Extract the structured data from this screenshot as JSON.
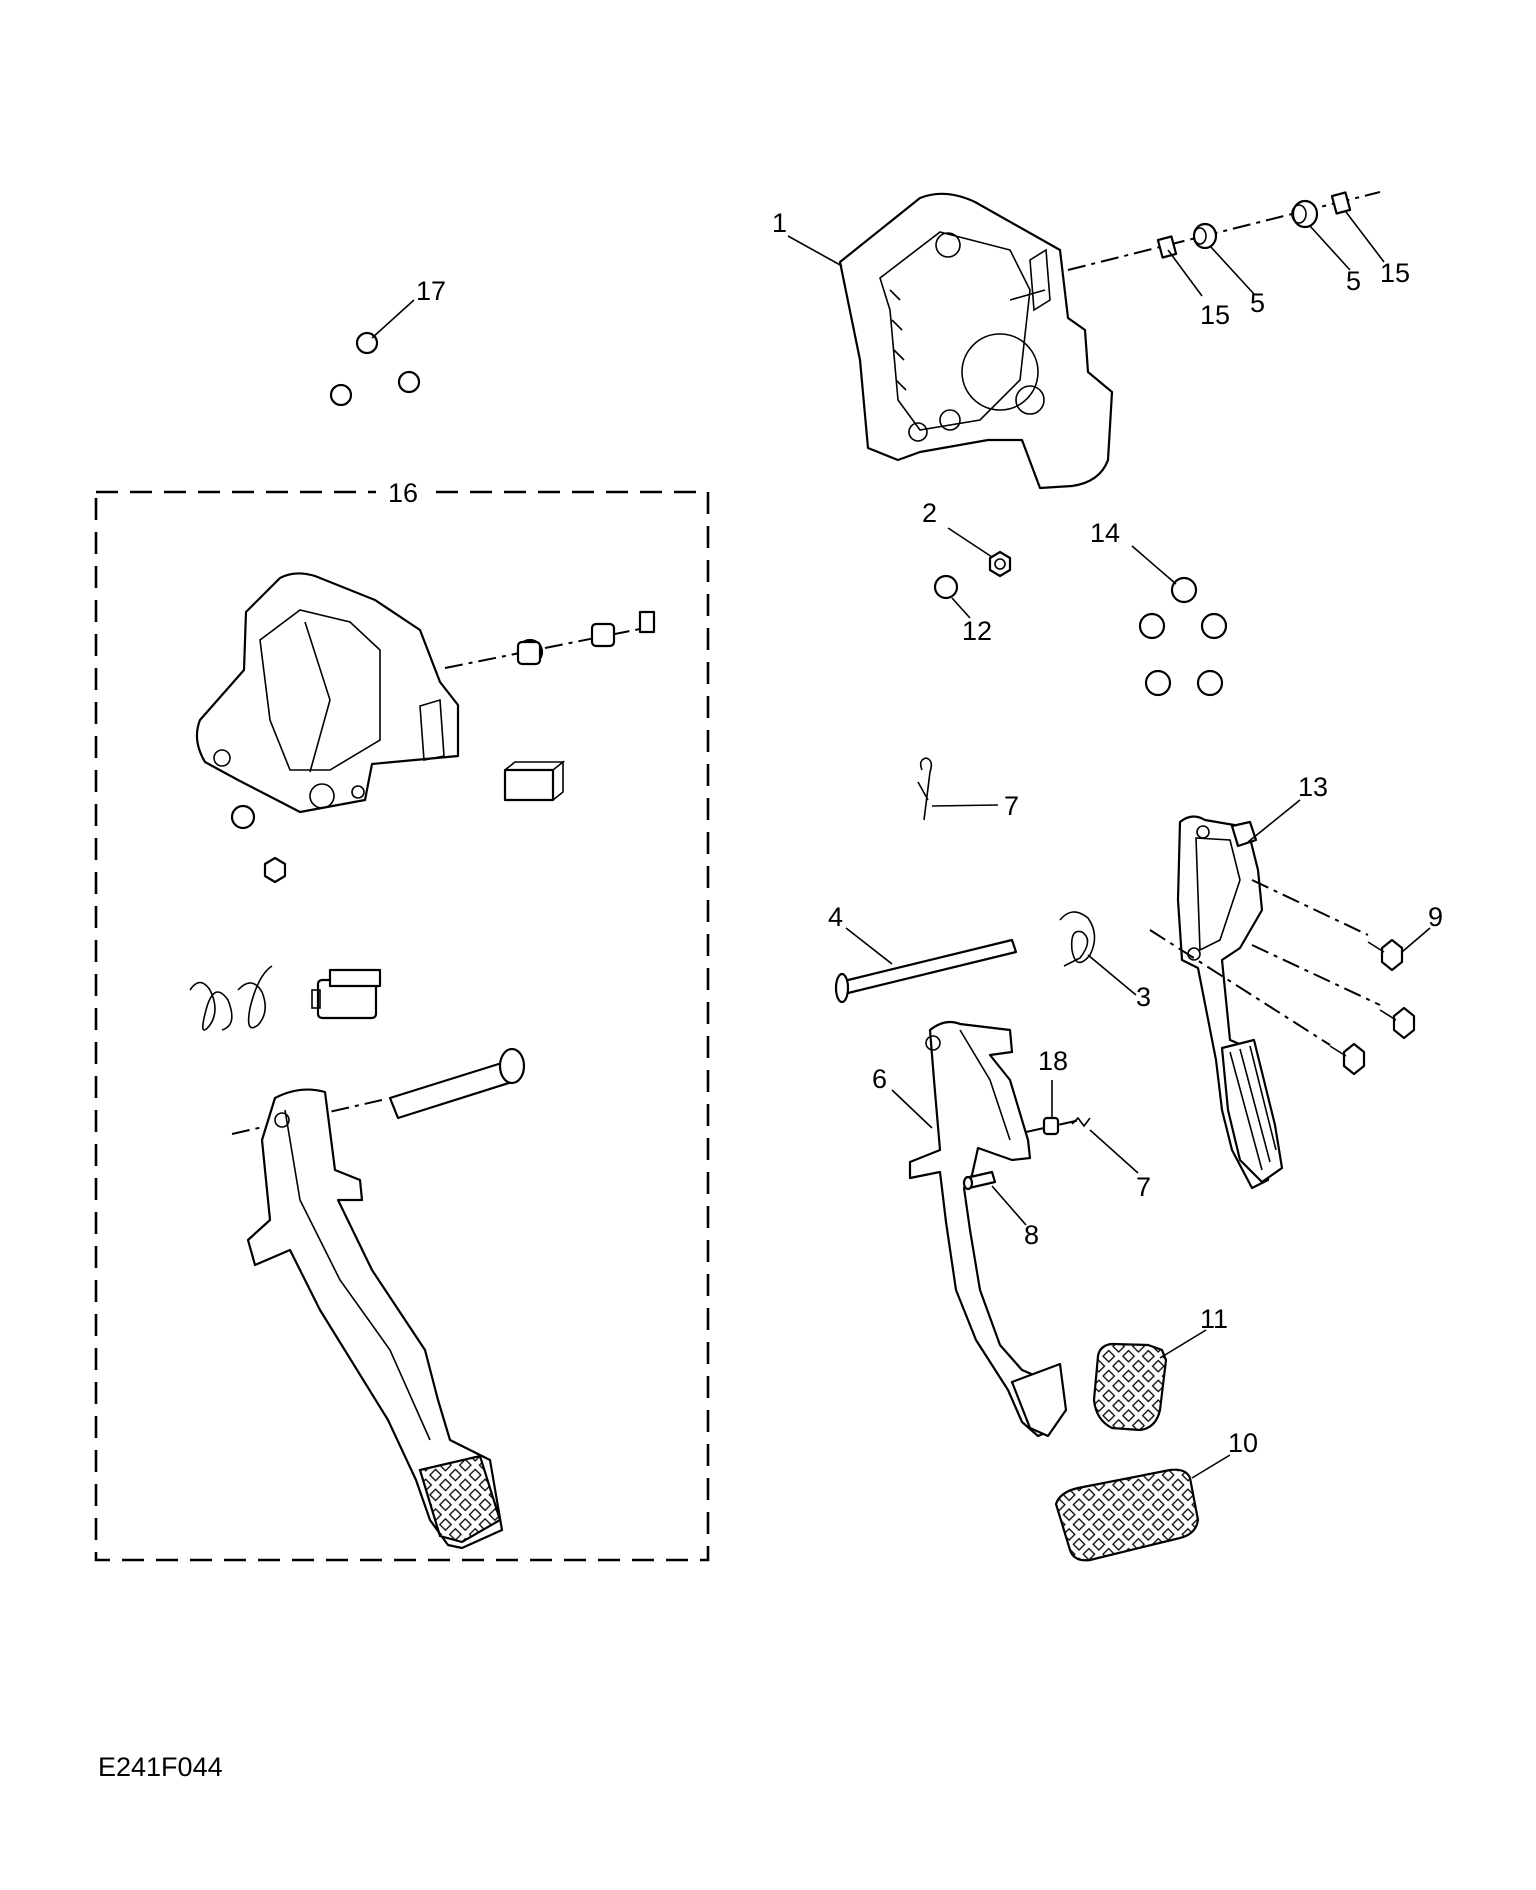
{
  "figure_id": "E241F044",
  "kit_label": "16",
  "callouts": [
    "1",
    "2",
    "3",
    "4",
    "5",
    "5",
    "6",
    "7",
    "7",
    "8",
    "9",
    "10",
    "11",
    "12",
    "13",
    "14",
    "15",
    "15",
    "17",
    "18"
  ]
}
